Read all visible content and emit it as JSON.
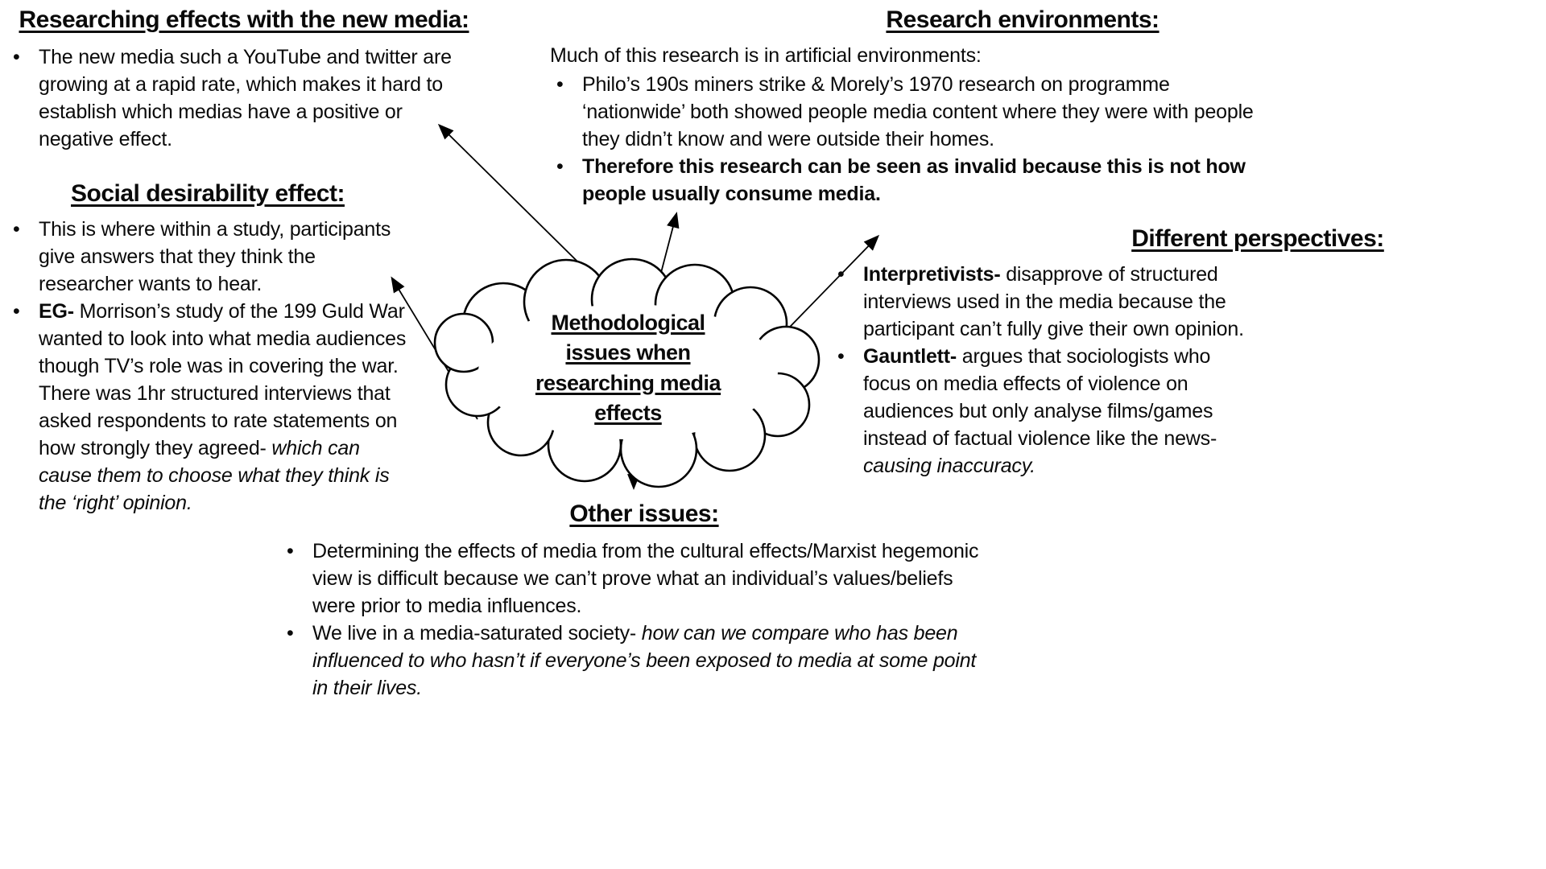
{
  "slide": {
    "background": "#ffffff",
    "ink": "#000000"
  },
  "cloud": {
    "lines": [
      "Methodological",
      "issues when",
      "researching media",
      "effects"
    ]
  },
  "connections": [
    {
      "from": "cloud",
      "to": "new_media"
    },
    {
      "from": "cloud",
      "to": "social_desirability"
    },
    {
      "from": "cloud",
      "to": "research_environments"
    },
    {
      "from": "cloud",
      "to": "different_perspectives"
    },
    {
      "from": "cloud",
      "to": "other_issues"
    }
  ],
  "sections": {
    "new_media": {
      "heading": "Researching effects with the new media:",
      "bullets": [
        {
          "body": "The new media such a YouTube and twitter are growing at a rapid rate, which makes it hard to establish which medias  have a positive or negative effect."
        }
      ]
    },
    "social_desirability": {
      "heading": "Social desirability effect:",
      "bullets": [
        {
          "body": "This is where within a study, participants give answers that they think the researcher wants to hear."
        },
        {
          "lead": "EG-",
          "body": " Morrison’s study of the 199 Guld War wanted to look into what media audiences though TV’s role was in covering the war. There was 1hr structured interviews that asked respondents to rate statements on how strongly they agreed- ",
          "tail": "which can cause them to choose what they think is the ‘right’ opinion."
        }
      ]
    },
    "research_environments": {
      "heading": "Research environments:",
      "intro": "Much of this research is in artificial environments:",
      "bullets": [
        {
          "body": "Philo’s 190s miners strike & Morely’s 1970 research on programme ‘nationwide’ both showed people  media content where they were with people they didn’t know and were outside their homes."
        },
        {
          "body_bold": "Therefore this research can be seen as invalid because this is not how people usually consume media."
        }
      ]
    },
    "different_perspectives": {
      "heading": "Different perspectives:",
      "bullets": [
        {
          "lead": "Interpretivists-",
          "body": " disapprove of structured interviews used in the media because the participant can’t fully give their own opinion."
        },
        {
          "lead": "Gauntlett-",
          "body": " argues that sociologists who focus on media effects of violence on audiences but only analyse films/games instead of factual violence like the news- ",
          "tail": "causing inaccuracy."
        }
      ]
    },
    "other_issues": {
      "heading": "Other issues:",
      "bullets": [
        {
          "body": "Determining the effects of media from the cultural effects/Marxist hegemonic view is difficult because we can’t prove what an individual’s values/beliefs were prior to media influences."
        },
        {
          "body": "We live in a media-saturated society- ",
          "tail": "how can we compare who has been influenced to who hasn’t if everyone’s been exposed to media at some point in their lives."
        }
      ]
    }
  }
}
